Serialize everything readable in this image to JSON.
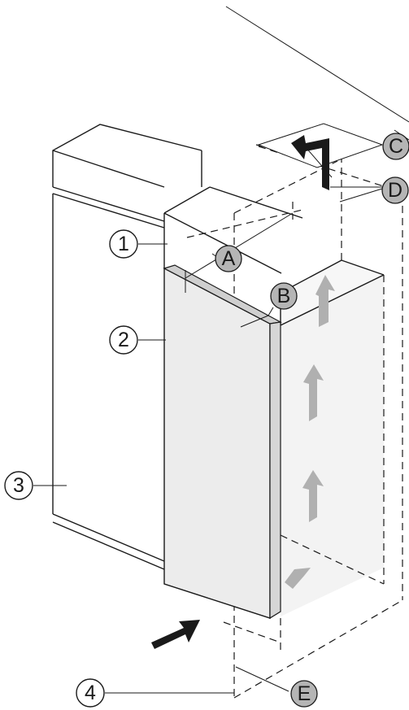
{
  "callouts": {
    "c1": "1",
    "c2": "2",
    "c3": "3",
    "c4": "4"
  },
  "dimensions": {
    "a": "A",
    "b": "B",
    "c": "C",
    "d": "D",
    "e": "E"
  },
  "colors": {
    "line": "#1a1a1a",
    "door_fill": "#ececec",
    "door_edge": "#d6d6d6",
    "air_arrow": "#b0b0b0",
    "dim_circle": "#b5b5b5"
  }
}
